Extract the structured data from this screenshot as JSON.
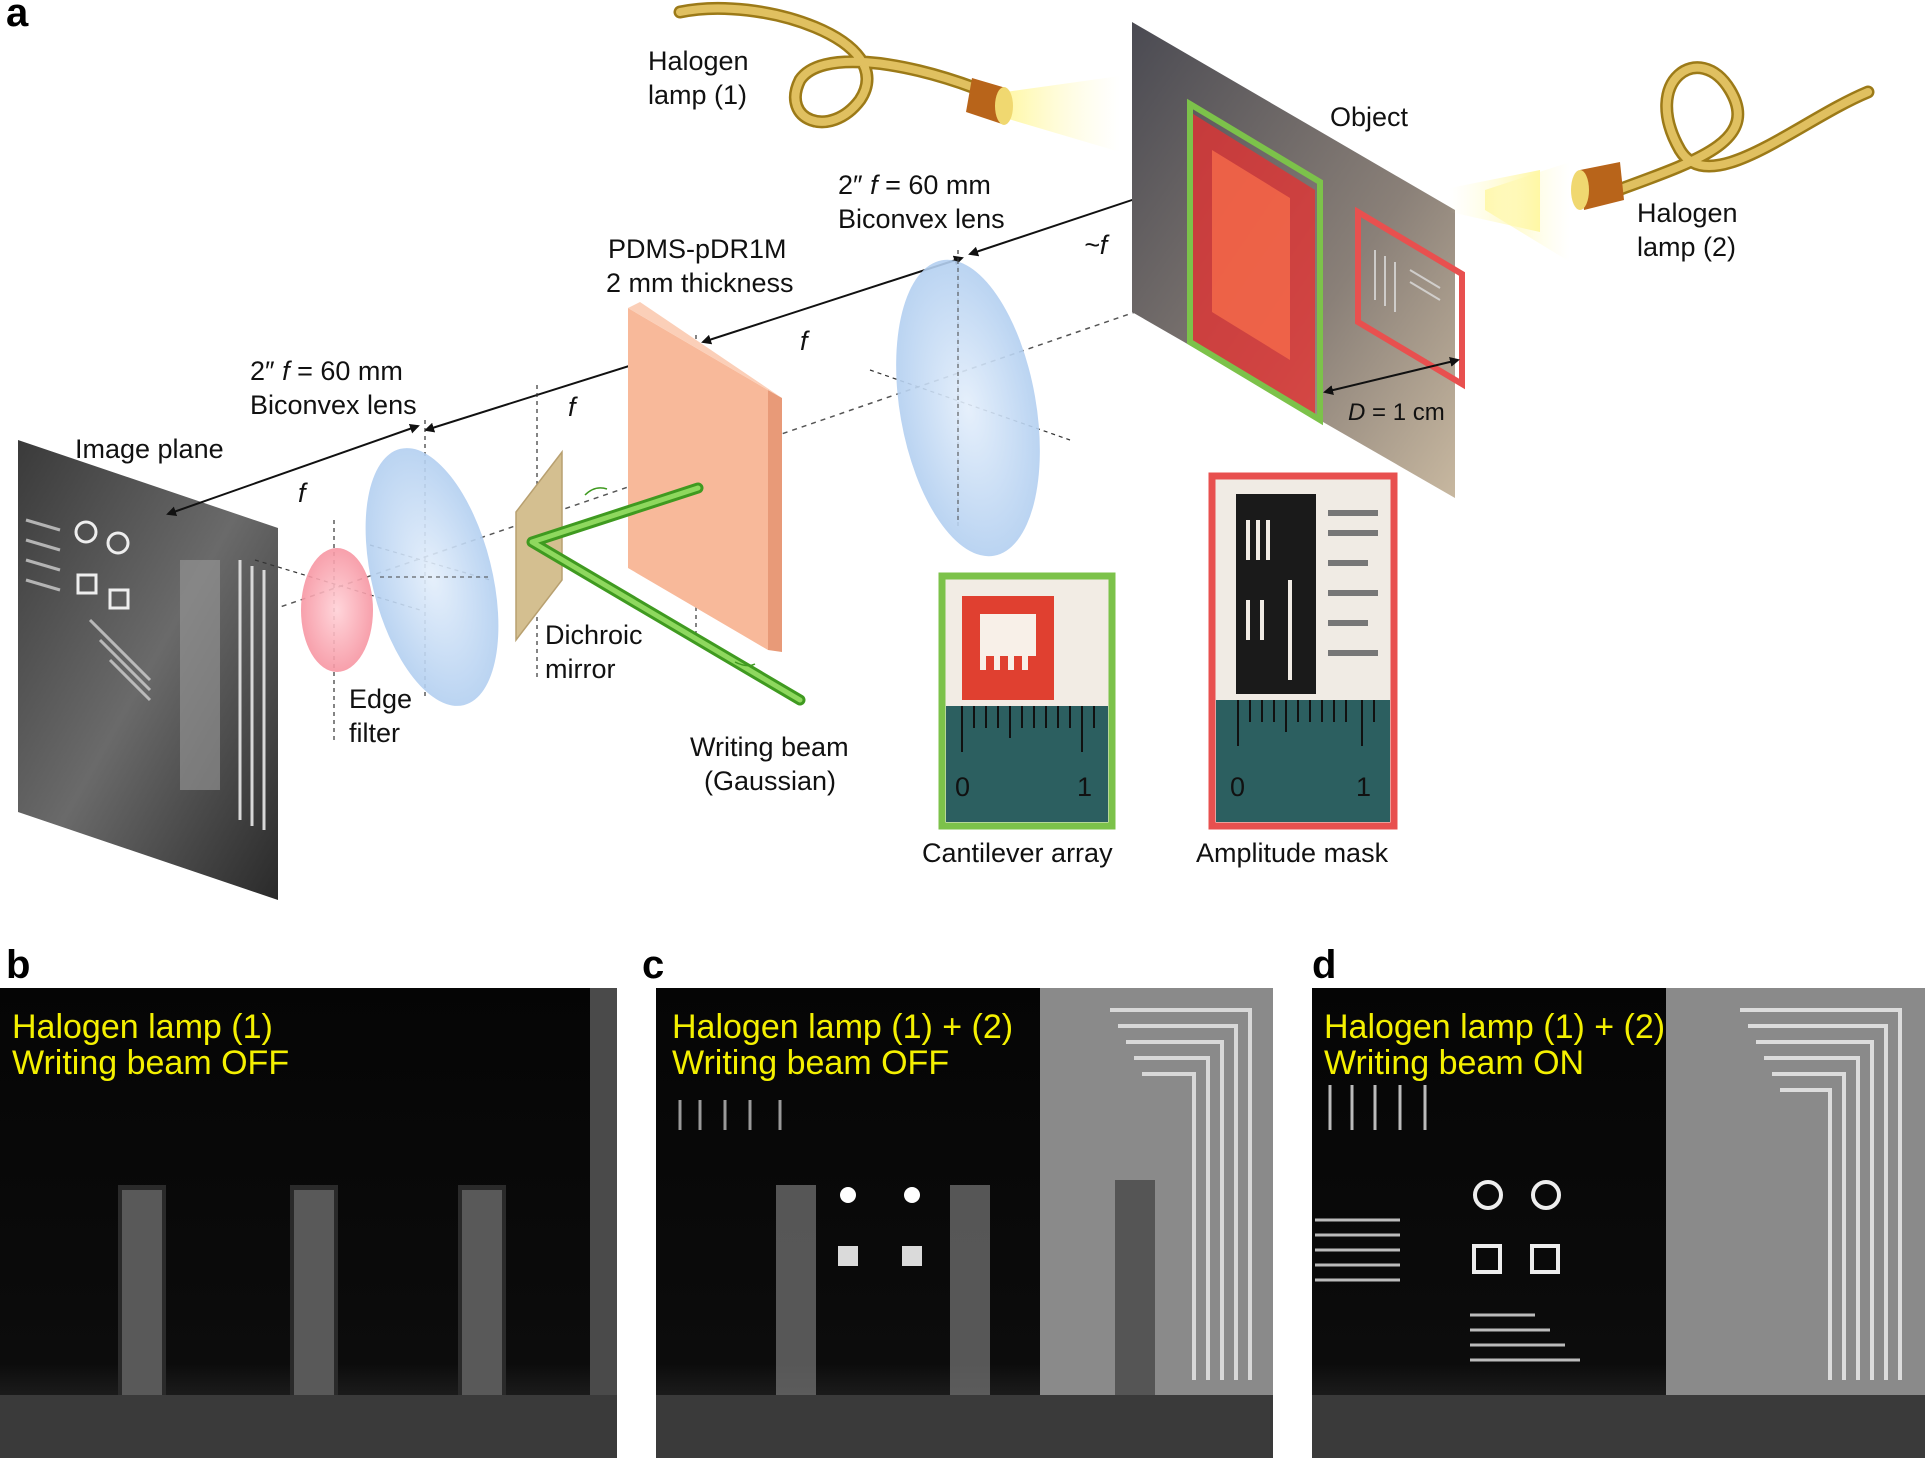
{
  "panels": {
    "a": "a",
    "b": "b",
    "c": "c",
    "d": "d"
  },
  "diagram": {
    "lamp1": [
      "Halogen",
      "lamp (1)"
    ],
    "lamp2": [
      "Halogen",
      "lamp (2)"
    ],
    "object": "Object",
    "lens_right": {
      "prefix": "2″",
      "f": "f",
      "spec": " = 60 mm",
      "name": "Biconvex lens"
    },
    "lens_left": {
      "prefix": "2″",
      "f": "f",
      "spec": " = 60 mm",
      "name": "Biconvex lens"
    },
    "pdms": [
      "PDMS-pDR1M",
      "2 mm thickness"
    ],
    "image_plane": "Image plane",
    "edge_filter": [
      "Edge",
      "filter"
    ],
    "dichroic": [
      "Dichroic",
      "mirror"
    ],
    "writing_beam": [
      "Writing beam",
      "(Gaussian)"
    ],
    "approx_f": "~f",
    "f_symbol": "f",
    "distance": {
      "symbol": "D",
      "value": " = 1 cm"
    },
    "cantilever_label": "Cantilever array",
    "mask_label": "Amplitude mask",
    "ruler_ticks": [
      "0",
      "1"
    ]
  },
  "micrographs": {
    "b": {
      "line1": "Halogen lamp (1)",
      "line2": "Writing beam OFF"
    },
    "c": {
      "line1": "Halogen lamp (1) + (2)",
      "line2": "Writing beam OFF"
    },
    "d": {
      "line1": "Halogen lamp (1) + (2)",
      "line2": "Writing beam ON"
    }
  },
  "colors": {
    "highlight_text": "#f4f000",
    "green_frame": "#7cc24a",
    "red_frame": "#e8504f",
    "beam": "#5db832",
    "lens": "#bcd7f2",
    "pdms": "#f2a07e"
  }
}
